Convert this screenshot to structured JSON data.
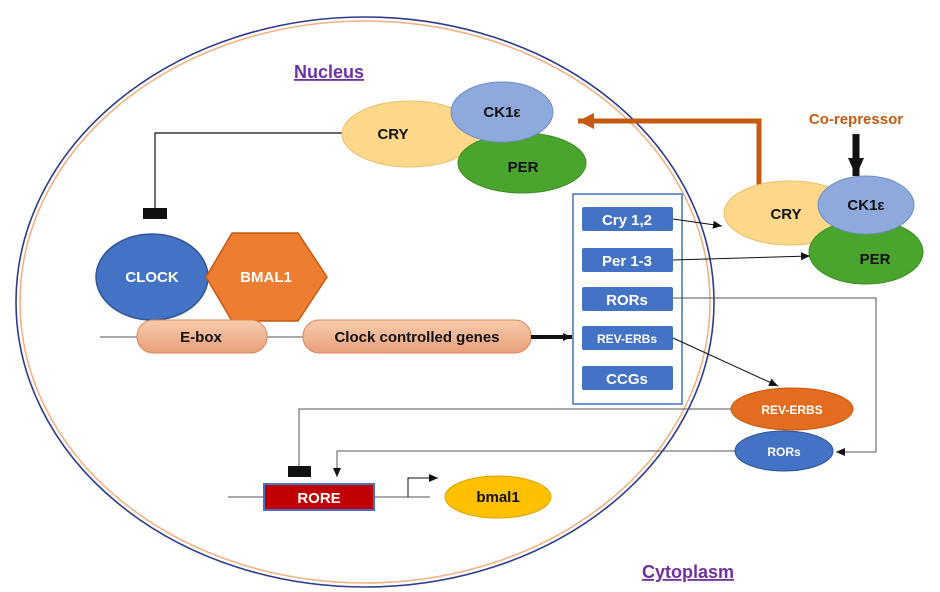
{
  "titles": {
    "nucleus": "Nucleus",
    "cytoplasm": "Cytoplasm",
    "corepressor": "Co-repressor"
  },
  "complex_nuclear": {
    "cry": "CRY",
    "ck1": "CK1ε",
    "per": "PER"
  },
  "complex_cyto": {
    "cry": "CRY",
    "ck1": "CK1ε",
    "per": "PER"
  },
  "clock": "CLOCK",
  "bmal1": "BMAL1",
  "ebox": "E-box",
  "ccg_bar": "Clock controlled genes",
  "genes_list": [
    "Cry 1,2",
    "Per 1-3",
    "RORs",
    "REV-ERBs",
    "CCGs"
  ],
  "rev_erbs": "REV-ERBS",
  "rors_oval": "RORs",
  "rore": "RORE",
  "bmal1_gene": "bmal1",
  "colors": {
    "cry": "#fdd88b",
    "ck1": "#8ea9db",
    "per": "#4aa52e",
    "clock": "#4472c4",
    "bmal1": "#ed7d31",
    "ebox": "#f4b183",
    "gene_box": "#4472c4",
    "rev_erbs": "#e46c1f",
    "rors": "#4472c4",
    "rore": "#c00000",
    "bmal1_gene": "#ffc000",
    "nucleus_outer": "#2f3b8f",
    "nucleus_inner": "#f4b183",
    "arrow_orange": "#c55a11"
  }
}
